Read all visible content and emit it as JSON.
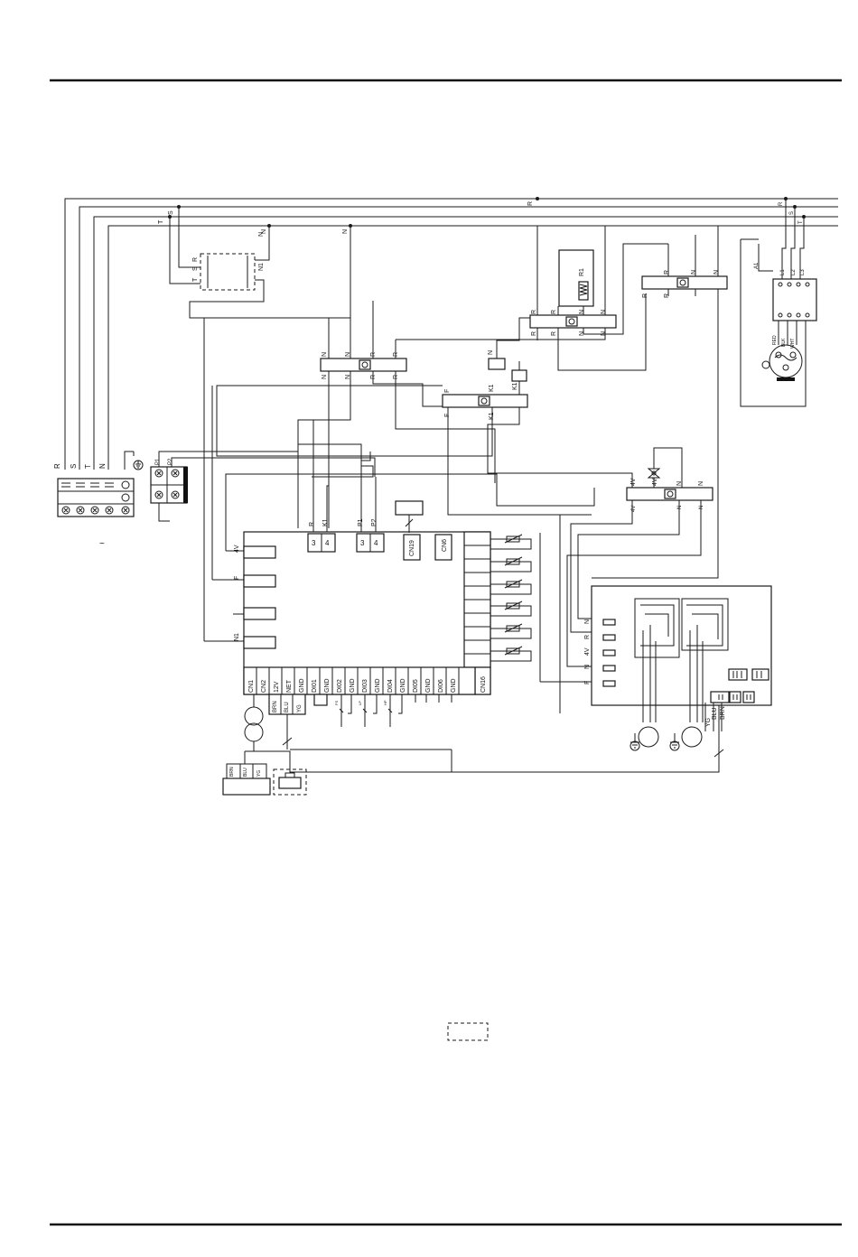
{
  "lines": {
    "L1": "R",
    "L2": "S",
    "L3": "T",
    "L4": "N"
  },
  "power_terminal": {
    "labels": [
      "R",
      "S",
      "T",
      "N"
    ],
    "ac_symbol": "~"
  },
  "p_terminal": {
    "labels": [
      "P1",
      "P2"
    ]
  },
  "transformer": {
    "left_labels": [
      "R",
      "S",
      "T"
    ],
    "right_labels": [
      "N",
      "N1"
    ]
  },
  "upper_labels": {
    "top_n": "N",
    "r_top": "R",
    "mid_n": "N"
  },
  "relay_k1": {
    "labels": [
      "F",
      "K1",
      "N",
      "K1",
      "F",
      "K1"
    ]
  },
  "contactor_left": {
    "top_labels": [
      "N",
      "N",
      "R",
      "R"
    ],
    "bottom_labels": [
      "N",
      "N",
      "R",
      "R"
    ]
  },
  "contactor_right": {
    "top_labels": [
      "R",
      "R",
      "N",
      "N"
    ],
    "bottom_labels": [
      "R",
      "R",
      "N",
      "N"
    ],
    "coil": "R1"
  },
  "contactor_far": {
    "top_labels": [
      "R",
      "R",
      "N",
      "N"
    ],
    "side": "R"
  },
  "compressor": {
    "labels": [
      "L1",
      "L2",
      "L3"
    ],
    "phase_labels": [
      "R",
      "S",
      "T"
    ],
    "wire_labels": [
      "RED",
      "BLK",
      "WHT"
    ],
    "a1": "A1"
  },
  "valve": {
    "labels": [
      "4V",
      "4V",
      "N",
      "N"
    ],
    "bottom": [
      "4V",
      "N",
      "N"
    ]
  },
  "board": {
    "top_connectors": [
      "R",
      "K1",
      "P1",
      "P2"
    ],
    "top_pins": [
      "3",
      "4",
      "3",
      "4"
    ],
    "cn19": "CN19",
    "cn6": "CN6",
    "cn16": "CN16",
    "left_labels": [
      "4V",
      "F",
      "N1"
    ],
    "bottom": [
      "CN1",
      "CN2",
      "12V",
      "NET",
      "GND",
      "DI01",
      "GND",
      "DI02",
      "GND",
      "DI03",
      "GND",
      "DI04",
      "GND",
      "DI05",
      "GND",
      "DI06",
      "GND"
    ],
    "bottom_wires": [
      "BRN",
      "BLU",
      "YG"
    ],
    "switches": [
      "FS",
      "LP",
      "HP"
    ]
  },
  "outdoor": {
    "labels": [
      "N",
      "R",
      "4V",
      "N",
      "F"
    ],
    "wires": [
      "YG",
      "BLU",
      "BRN"
    ]
  },
  "remote": {
    "labels": [
      "BRN",
      "BLU",
      "YG"
    ]
  }
}
